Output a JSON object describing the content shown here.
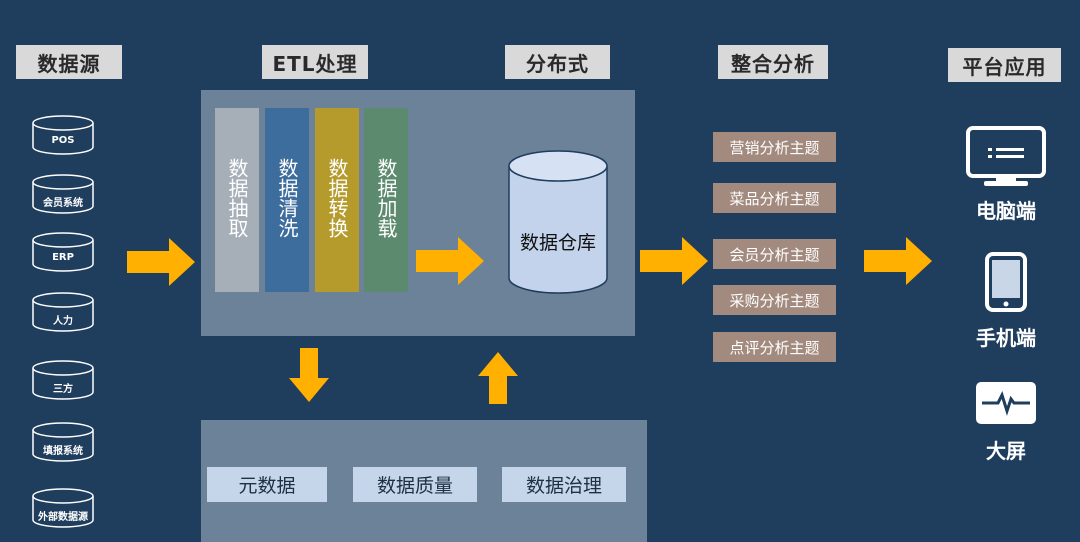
{
  "headers": {
    "sources": "数据源",
    "etl": "ETL处理",
    "distributed": "分布式",
    "integration": "整合分析",
    "platform": "平台应用"
  },
  "sources": [
    "POS",
    "会员系统",
    "ERP",
    "人力",
    "三方",
    "填报系统",
    "外部数据源"
  ],
  "etl_steps": [
    "数据抽取",
    "数据清洗",
    "数据转换",
    "数据加载"
  ],
  "warehouse": "数据仓库",
  "themes": [
    "营销分析主题",
    "菜品分析主题",
    "会员分析主题",
    "采购分析主题",
    "点评分析主题"
  ],
  "governance": [
    "元数据",
    "数据质量",
    "数据治理"
  ],
  "platforms": [
    {
      "label": "电脑端",
      "icon": "monitor-icon"
    },
    {
      "label": "手机端",
      "icon": "mobile-phone-icon"
    },
    {
      "label": "大屏",
      "icon": "big-screen-icon"
    }
  ],
  "colors": {
    "background": "#1f3d5c",
    "panel": "#6b8299",
    "arrow": "#ffb000",
    "extract": "#a6aeb8",
    "clean": "#3d6d9c",
    "transform": "#b59a2c",
    "load": "#5c8a6e",
    "theme": "#a38a7e",
    "governance_box": "#c5d5ea"
  }
}
